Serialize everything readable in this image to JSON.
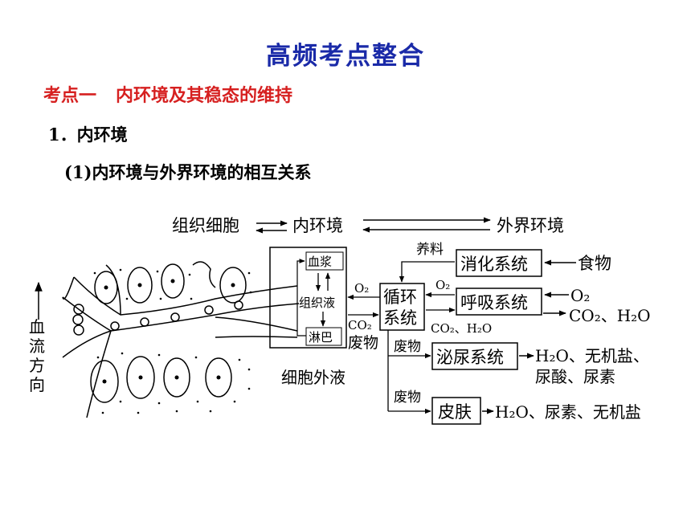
{
  "title": "高频考点整合",
  "section": {
    "number": "考点一",
    "heading": "内环境及其稳态的维持"
  },
  "subsection": "1．内环境",
  "subsubsection": "(1)内环境与外界环境的相互关系",
  "diagram": {
    "top_row": {
      "cells": "组织细胞",
      "internal_env": "内环境",
      "external_env": "外界环境"
    },
    "fluids": {
      "plasma": "血浆",
      "tissue_fluid": "组织液",
      "lymph": "淋巴"
    },
    "extracellular_fluid": "细胞外液",
    "blood_flow": [
      "血",
      "流",
      "方",
      "向"
    ],
    "circulatory_system": [
      "循环",
      "系统"
    ],
    "digestive_system": "消化系统",
    "respiratory_system": "呼吸系统",
    "urinary_system": "泌尿系统",
    "skin": "皮肤",
    "nutrients": "养料",
    "food": "食物",
    "o2_left": "O₂",
    "o2_mid": "O₂",
    "o2_right": "O₂",
    "co2_left": "CO₂",
    "waste_left": "废物",
    "co2_h2o_mid": "CO₂、H₂O",
    "co2_h2o_right": "CO₂、H₂O",
    "waste_urinary": "废物",
    "waste_skin": "废物",
    "urinary_output": [
      "H₂O、无机盐、",
      "尿酸、尿素"
    ],
    "skin_output": "H₂O、尿素、无机盐"
  }
}
